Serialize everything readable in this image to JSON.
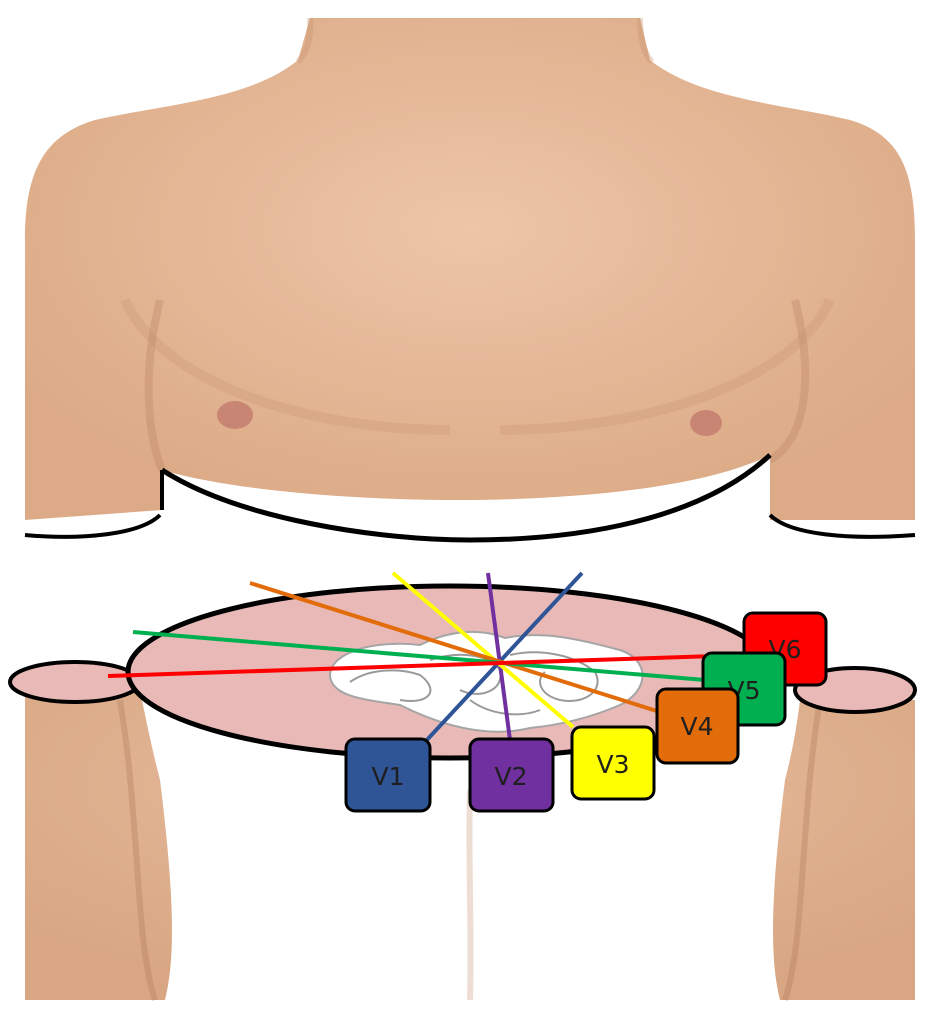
{
  "colors": {
    "background": "#ffffff",
    "skin": "#e2b493",
    "skin_light": "#edc6a8",
    "skin_shadow": "#c58f6d",
    "nipple": "#c98574",
    "cross_section": "#e8b9b7",
    "heart_fill": "#ffffff",
    "outline": "#000000"
  },
  "leads": [
    {
      "label": "V1",
      "color": "#2f5597",
      "text_color": "#1f1f1f"
    },
    {
      "label": "V2",
      "color": "#7030a0",
      "text_color": "#1f1f1f"
    },
    {
      "label": "V3",
      "color": "#ffff00",
      "text_color": "#1f1f1f"
    },
    {
      "label": "V4",
      "color": "#e36c0a",
      "text_color": "#1f1f1f"
    },
    {
      "label": "V5",
      "color": "#00b050",
      "text_color": "#1f1f1f"
    },
    {
      "label": "V6",
      "color": "#ff0000",
      "text_color": "#1f1f1f"
    }
  ]
}
